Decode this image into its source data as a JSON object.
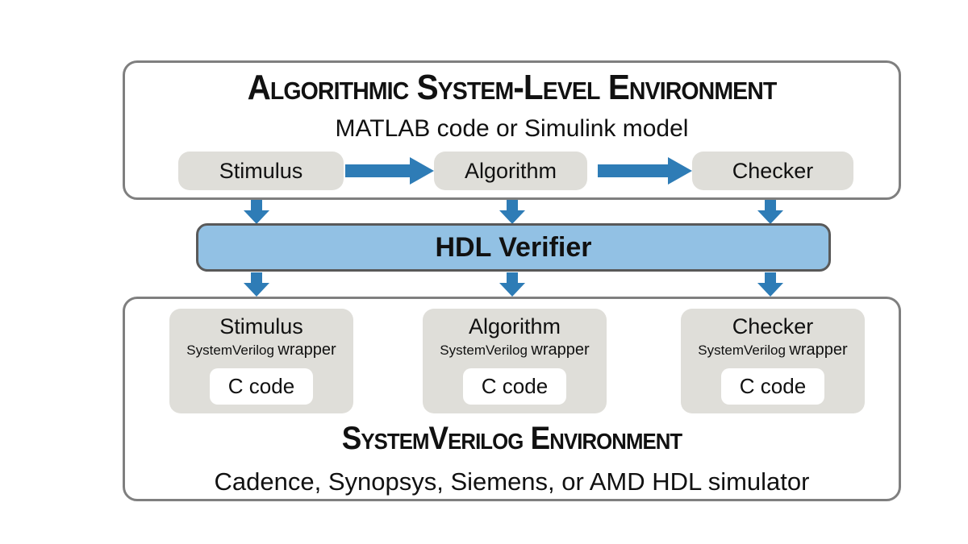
{
  "top_panel": {
    "title": "Algorithmic System-Level Environment",
    "subtitle": "MATLAB code or Simulink model",
    "blocks": [
      {
        "label": "Stimulus"
      },
      {
        "label": "Algorithm"
      },
      {
        "label": "Checker"
      }
    ]
  },
  "hdl_verifier": {
    "label": "HDL Verifier"
  },
  "bottom_panel": {
    "title": "SystemVerilog Environment",
    "subtitle": "Cadence, Synopsys, Siemens, or AMD HDL simulator",
    "blocks": [
      {
        "label": "Stimulus",
        "wrapper_small": "SystemVerilog",
        "wrapper_large": "wrapper",
        "code_label": "C code"
      },
      {
        "label": "Algorithm",
        "wrapper_small": "SystemVerilog",
        "wrapper_large": "wrapper",
        "code_label": "C code"
      },
      {
        "label": "Checker",
        "wrapper_small": "SystemVerilog",
        "wrapper_large": "wrapper",
        "code_label": "C code"
      }
    ]
  },
  "colors": {
    "arrow_blue": "#2E7CB6",
    "hdl_bar_fill": "#92C1E4",
    "hdl_bar_border": "#595959",
    "block_gray": "#DFDED9",
    "panel_border": "#7F7F7F",
    "text": "#111111",
    "background": "#FFFFFF"
  }
}
